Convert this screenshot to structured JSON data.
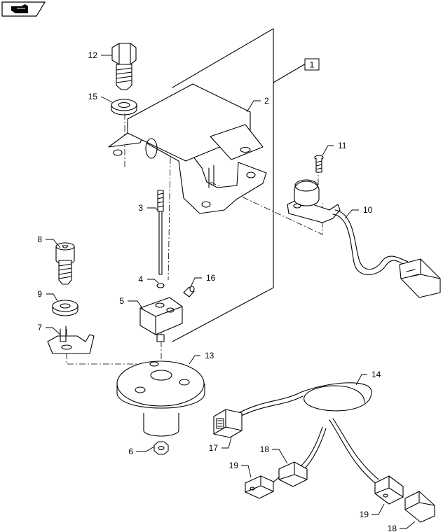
{
  "nav_icon": "hand-pointer-icon",
  "group_label": "1",
  "callouts": {
    "c2": "2",
    "c3": "3",
    "c4": "4",
    "c5": "5",
    "c6": "6",
    "c7": "7",
    "c8": "8",
    "c9": "9",
    "c10": "10",
    "c11": "11",
    "c12": "12",
    "c13": "13",
    "c14": "14",
    "c15": "15",
    "c16": "16",
    "c17": "17",
    "c18a": "18",
    "c18b": "18",
    "c19a": "19",
    "c19b": "19"
  }
}
